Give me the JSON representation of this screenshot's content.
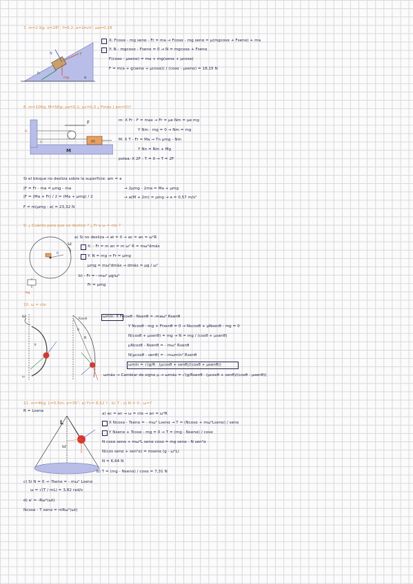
{
  "problems": {
    "p7": {
      "heading": "7. m=2 Kg; α=28°; f=0,2; a=2m/s²; μe=0,18",
      "figure_labels": {
        "force_label": "F",
        "angle_label": "α",
        "fr_label": "Fr",
        "n_label": "N",
        "weight_label": "mg"
      },
      "lines": [
        "X: Fcosα - mg senα - Fr = ma  →  Fcosα - mg senα = μ(mgcosα + Fsenα) + ma",
        "Y: N - mgcosα - Fsenα = 0  →  N = mgcosα + Fsenα",
        "F(cosα - μsenα) = ma + mg(senα + μcosα)",
        "F = m(a + g(senα + μcosα)) / (cosα - μsenα) = 18,15 N"
      ]
    },
    "p8": {
      "heading": "8. m=10Kg; M=5Kg; μe=0,1; μc=0,3  ¿ Fmáx ( am=0)?",
      "figure_labels": {
        "F": "F",
        "m": "m",
        "M": "M",
        "fr": "Fr",
        "ff": "Fr"
      },
      "lines": [
        "m:  X  Fr - F = max  →  Fr = μe Nm = μe mg",
        "Y  Nm - mg = 0  →  Nm = mg",
        "M:  X  T - Fr = Ma  →  Tn μmg - Nm",
        "Y  Nn = Nm + Mg",
        "polea:  X  2F - T = 0  →  T = 2F"
      ],
      "para": [
        "Si el bloque no desliza sobre la superficie: am = a",
        "|F = Fr - ma = μmg - ma",
        "|F = (Ma + Fr) / 2 = (Ma + μmg) / 2",
        "→ 2μmg - 2ma = Ma + μmg",
        "→ a(M + 2m) = μmg  →  a = 0,57 m/s²",
        "F = m(μmg - a) = 23,32 N"
      ]
    },
    "p9": {
      "heading": "9. ¿ Cuánto para que no deslice ? ¿ Fr a ω = cte ?",
      "figure_labels": {
        "omega": "ω",
        "r": "R",
        "mass": "mg"
      },
      "lines": [
        "a) Si no desliza  →  at = 0  →  ac = an = ω²R",
        "X: - Fr = m an = m ω² R = mω²dmáx",
        "Y: N = mg  →  Fr = μmg",
        "μmg = mω²dmáx  →  dmáx = μg / ω²",
        "b) - Fr = - mω² μg/ω²",
        "Fr = μmg"
      ]
    },
    "p10": {
      "heading": "10. ω = cte",
      "figure_labels": {
        "omega": "ω",
        "R": "R",
        "theta": "θ",
        "rsen": "Rsenθ"
      },
      "lines": [
        "ωmín: X  Frcosθ - Nsenθ = -maω² Rsenθ",
        "Y  Ncosθ - mg + Frsenθ = 0  →  Nscosθ + μNsenθ - mg = 0",
        "N(cosθ + μsenθ) = mg  →  N = mg / (cosθ + μsenθ)",
        "μNcosθ - Nsenθ = - mω² Rsenθ",
        "N(μcosθ - senθ) = - mωmín² Rsenθ",
        "ωmín = √(g/R · (μcosθ + senθ)/(cosθ + μsenθ))",
        "ωmáx  →  Cambiar de signo μ  →  ωmáx = √(g/Rsenθ · (μcosθ + senθ)/(cosθ - μsenθ))"
      ]
    },
    "p11": {
      "heading": "11. m=4Kg; L=0,5m; α=35°; a) Fc= 8,52 ? ; b) T ; c) N = 0 ; ω=?",
      "sub": "R = Lsenα",
      "figure_labels": {
        "L": "L",
        "omega": "ω"
      },
      "lines": [
        "a) ac = an  →  ω = cte  →  an = ω²R",
        "X  Ncosα - Tsenα = - mω² Lsenα  →  T = (Ncosα + mω²Lsenα) / senα",
        "Y  Nsenα + Tcosα - mg = 0  →  T = (mg - Nsenα) / cosα",
        "N cosα senα + mω²L senα cosα = mg senα - N sen²α",
        "N(cos senα + sen²α) = msenα (g - ω²L)",
        "N = 6,64 N",
        "b) T = (mg - Nsenα) / cosα = 7,31 N"
      ],
      "more": [
        "c) Si N = 0  →  -Tsenα = - mω² Lsenα",
        "ω = √(T / mL) = 3,82 rad/s",
        "d) a' = -Rω²(ωt)",
        "Ncosα - T senα = mRω²(ωt)"
      ]
    }
  },
  "colors": {
    "ink": "#1c1c44",
    "heading": "#d98a3a",
    "grid": "#d8d8dc",
    "figure_fill": "#b8bee8",
    "figure_red": "#e0352b"
  }
}
